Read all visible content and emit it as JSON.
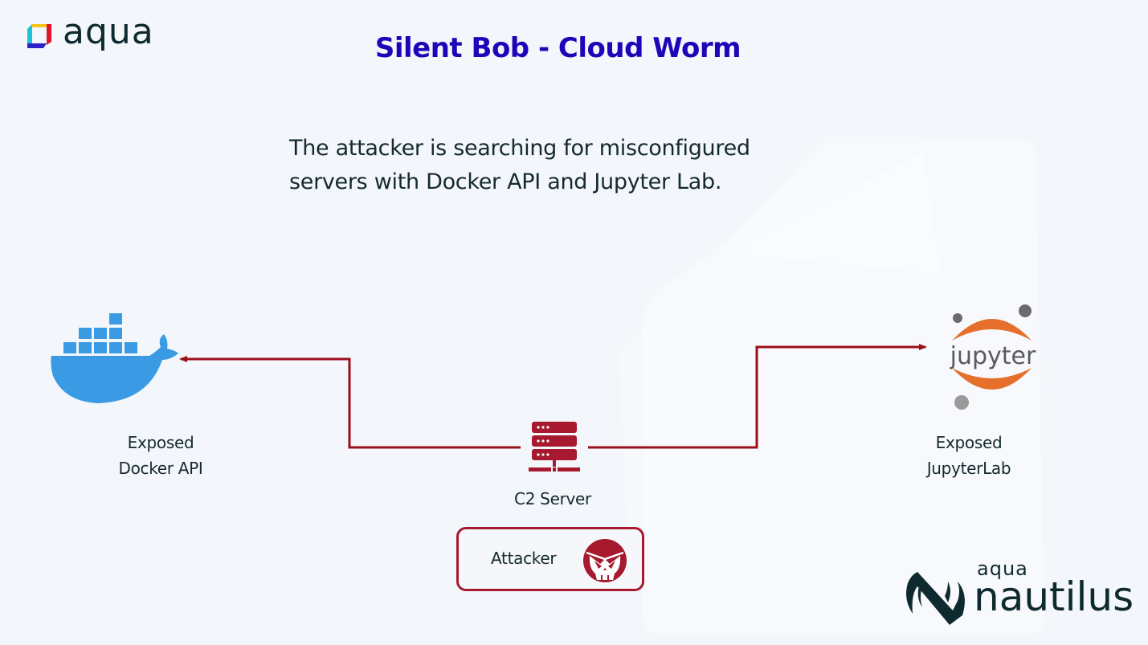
{
  "brand": {
    "logo_text": "aqua",
    "footer_logo_small": "aqua",
    "footer_logo_name": "nautilus"
  },
  "slide": {
    "title": "Silent Bob - Cloud Worm",
    "subtitle_line1": "The attacker is searching for misconfigured",
    "subtitle_line2": "servers with Docker API and Jupyter Lab."
  },
  "nodes": {
    "docker": {
      "line1": "Exposed",
      "line2": "Docker API",
      "icon": "docker-whale-icon"
    },
    "jupyter": {
      "line1": "Exposed",
      "line2": "JupyterLab",
      "icon": "jupyter-logo-icon",
      "logo_text": "jupyter"
    },
    "c2": {
      "label": "C2 Server",
      "icon": "server-rack-icon"
    },
    "attacker": {
      "label": "Attacker",
      "icon": "skull-mask-icon"
    }
  },
  "edges": [
    {
      "from": "c2",
      "to": "docker",
      "direction": "left"
    },
    {
      "from": "c2",
      "to": "jupyter",
      "direction": "right"
    }
  ],
  "colors": {
    "title": "#1f05b8",
    "accent_red": "#a6192e",
    "connector": "#9b0f1c",
    "docker_blue": "#3a9ae4",
    "jupyter_orange": "#e66f2c",
    "text": "#142a2c",
    "background": "#f3f6fa"
  }
}
